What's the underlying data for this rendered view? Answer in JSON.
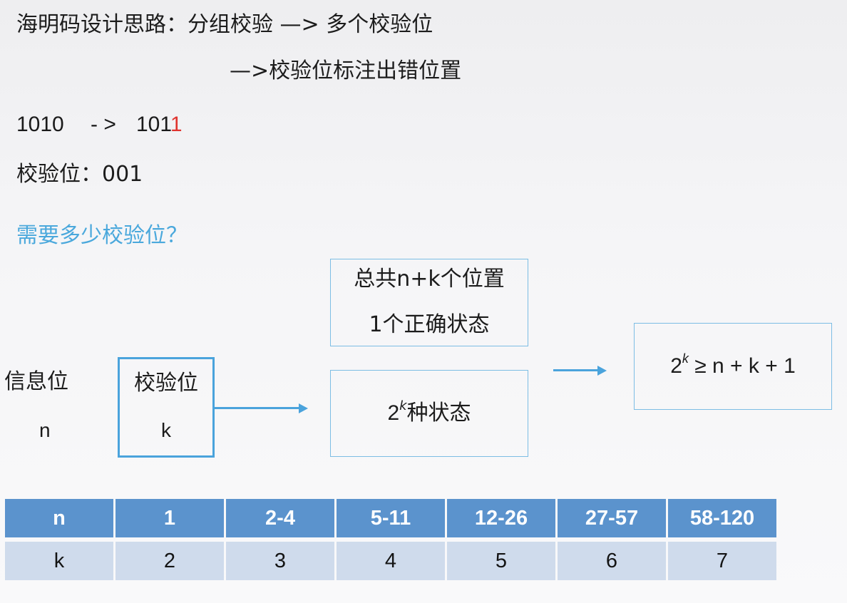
{
  "header": {
    "line1_prefix": "海明码设计思路：分组校验 —> 多个校验位",
    "line2": "—>校验位标注出错位置"
  },
  "example": {
    "original": "1010",
    "arrow": "- >",
    "encoded_prefix": "101",
    "encoded_highlight": "1",
    "highlight_color": "#e0342f",
    "check_label": "校验位：001"
  },
  "question": {
    "text": "需要多少校验位？",
    "color": "#4aa8dc"
  },
  "diagram": {
    "info_bits": {
      "label": "信息位",
      "symbol": "n"
    },
    "check_bits": {
      "label": "校验位",
      "symbol": "k"
    },
    "positions_box": {
      "line1": "总共n+k个位置",
      "line2": "1个正确状态"
    },
    "states_box": {
      "base": "2",
      "exp": "k",
      "suffix": "种状态"
    },
    "result_box": {
      "base": "2",
      "exp": "k",
      "rest": " ≥ n + k + 1"
    },
    "accent_color": "#4aa3dc"
  },
  "table": {
    "header": [
      "n",
      "1",
      "2-4",
      "5-11",
      "12-26",
      "27-57",
      "58-120"
    ],
    "row": [
      "k",
      "2",
      "3",
      "4",
      "5",
      "6",
      "7"
    ],
    "header_bg": "#5b93cd",
    "row_bg": "#cfdbec"
  },
  "chart_data": {
    "type": "table",
    "title": "需要多少校验位？",
    "columns": [
      "n",
      "k"
    ],
    "rows": [
      {
        "n": "1",
        "k": 2
      },
      {
        "n": "2-4",
        "k": 3
      },
      {
        "n": "5-11",
        "k": 4
      },
      {
        "n": "12-26",
        "k": 5
      },
      {
        "n": "27-57",
        "k": 6
      },
      {
        "n": "58-120",
        "k": 7
      }
    ],
    "relation": "2^k ≥ n + k + 1"
  }
}
